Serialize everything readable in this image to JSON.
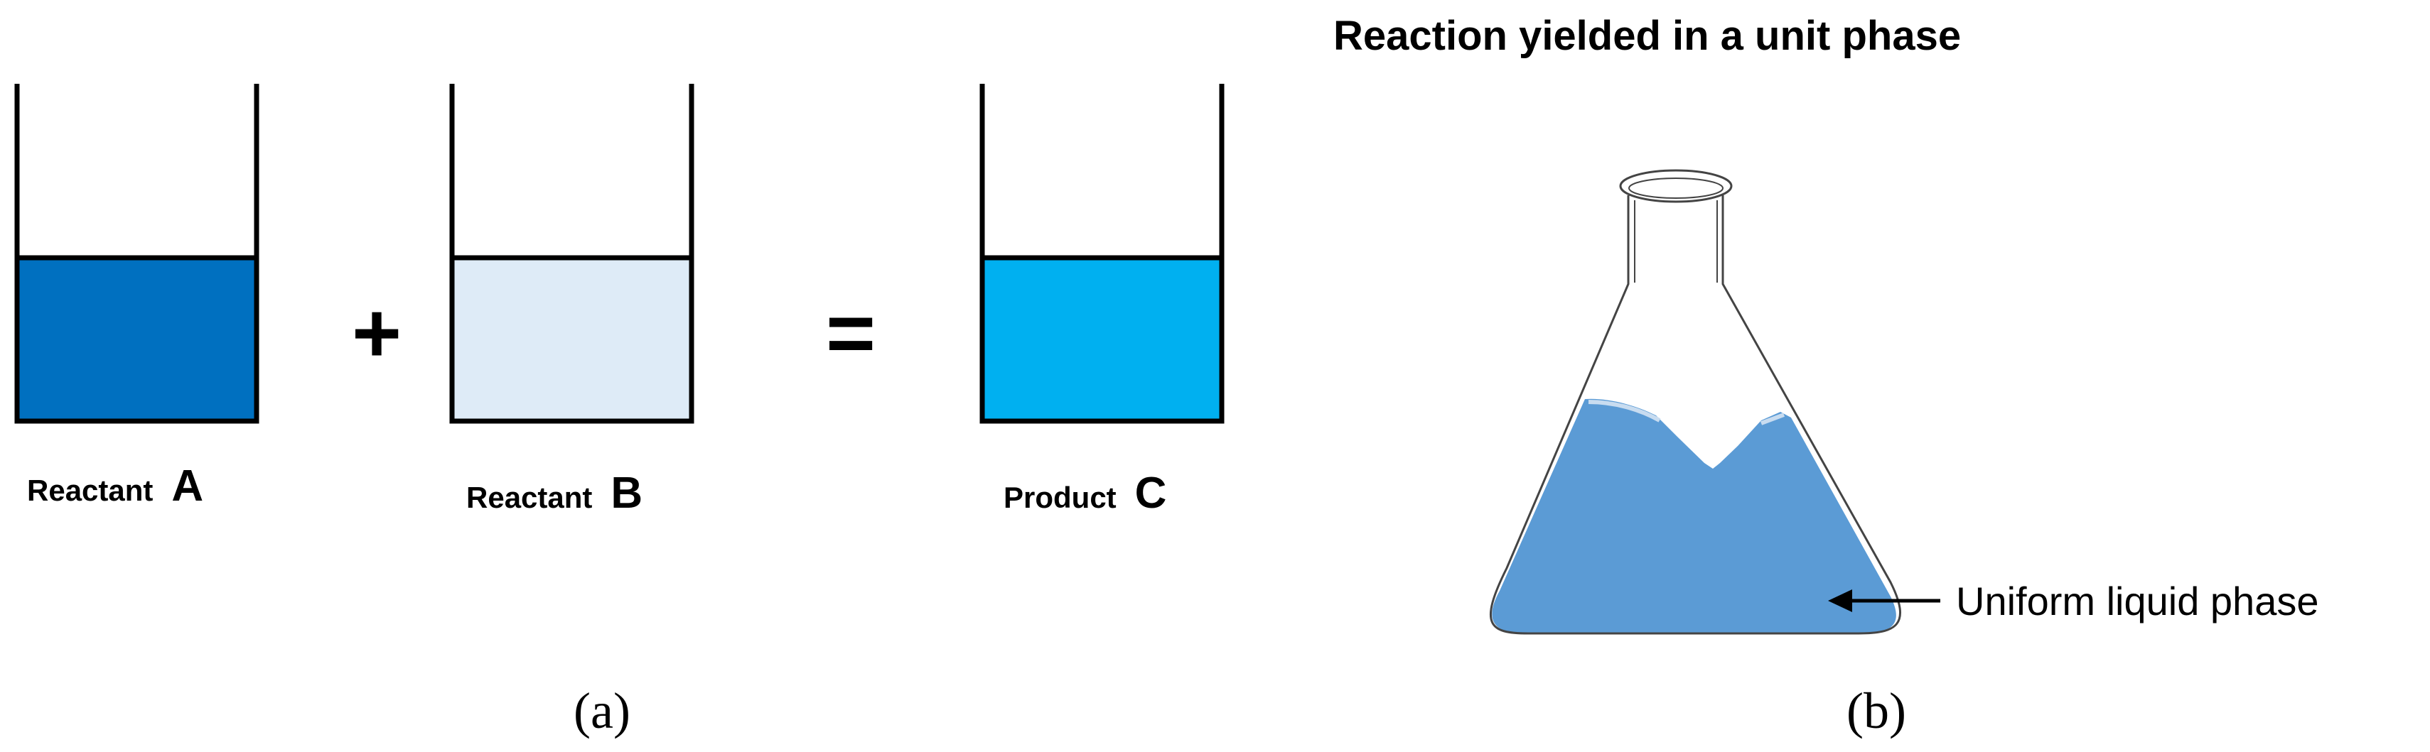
{
  "panel_a": {
    "beakers": [
      {
        "word": "Reactant",
        "letter": "A",
        "liquid_color": "#0070C0"
      },
      {
        "word": "Reactant",
        "letter": "B",
        "liquid_color": "#DEEBF7"
      },
      {
        "word": "Product",
        "letter": "C",
        "liquid_color": "#00B0F0"
      }
    ],
    "plus_symbol": "+",
    "equals_symbol": "=",
    "panel_label": "(a)"
  },
  "panel_b": {
    "title": "Reaction yielded in a unit phase",
    "liquid_color": "#5B9BD5",
    "phase_label": "Uniform liquid phase",
    "panel_label": "(b)"
  }
}
